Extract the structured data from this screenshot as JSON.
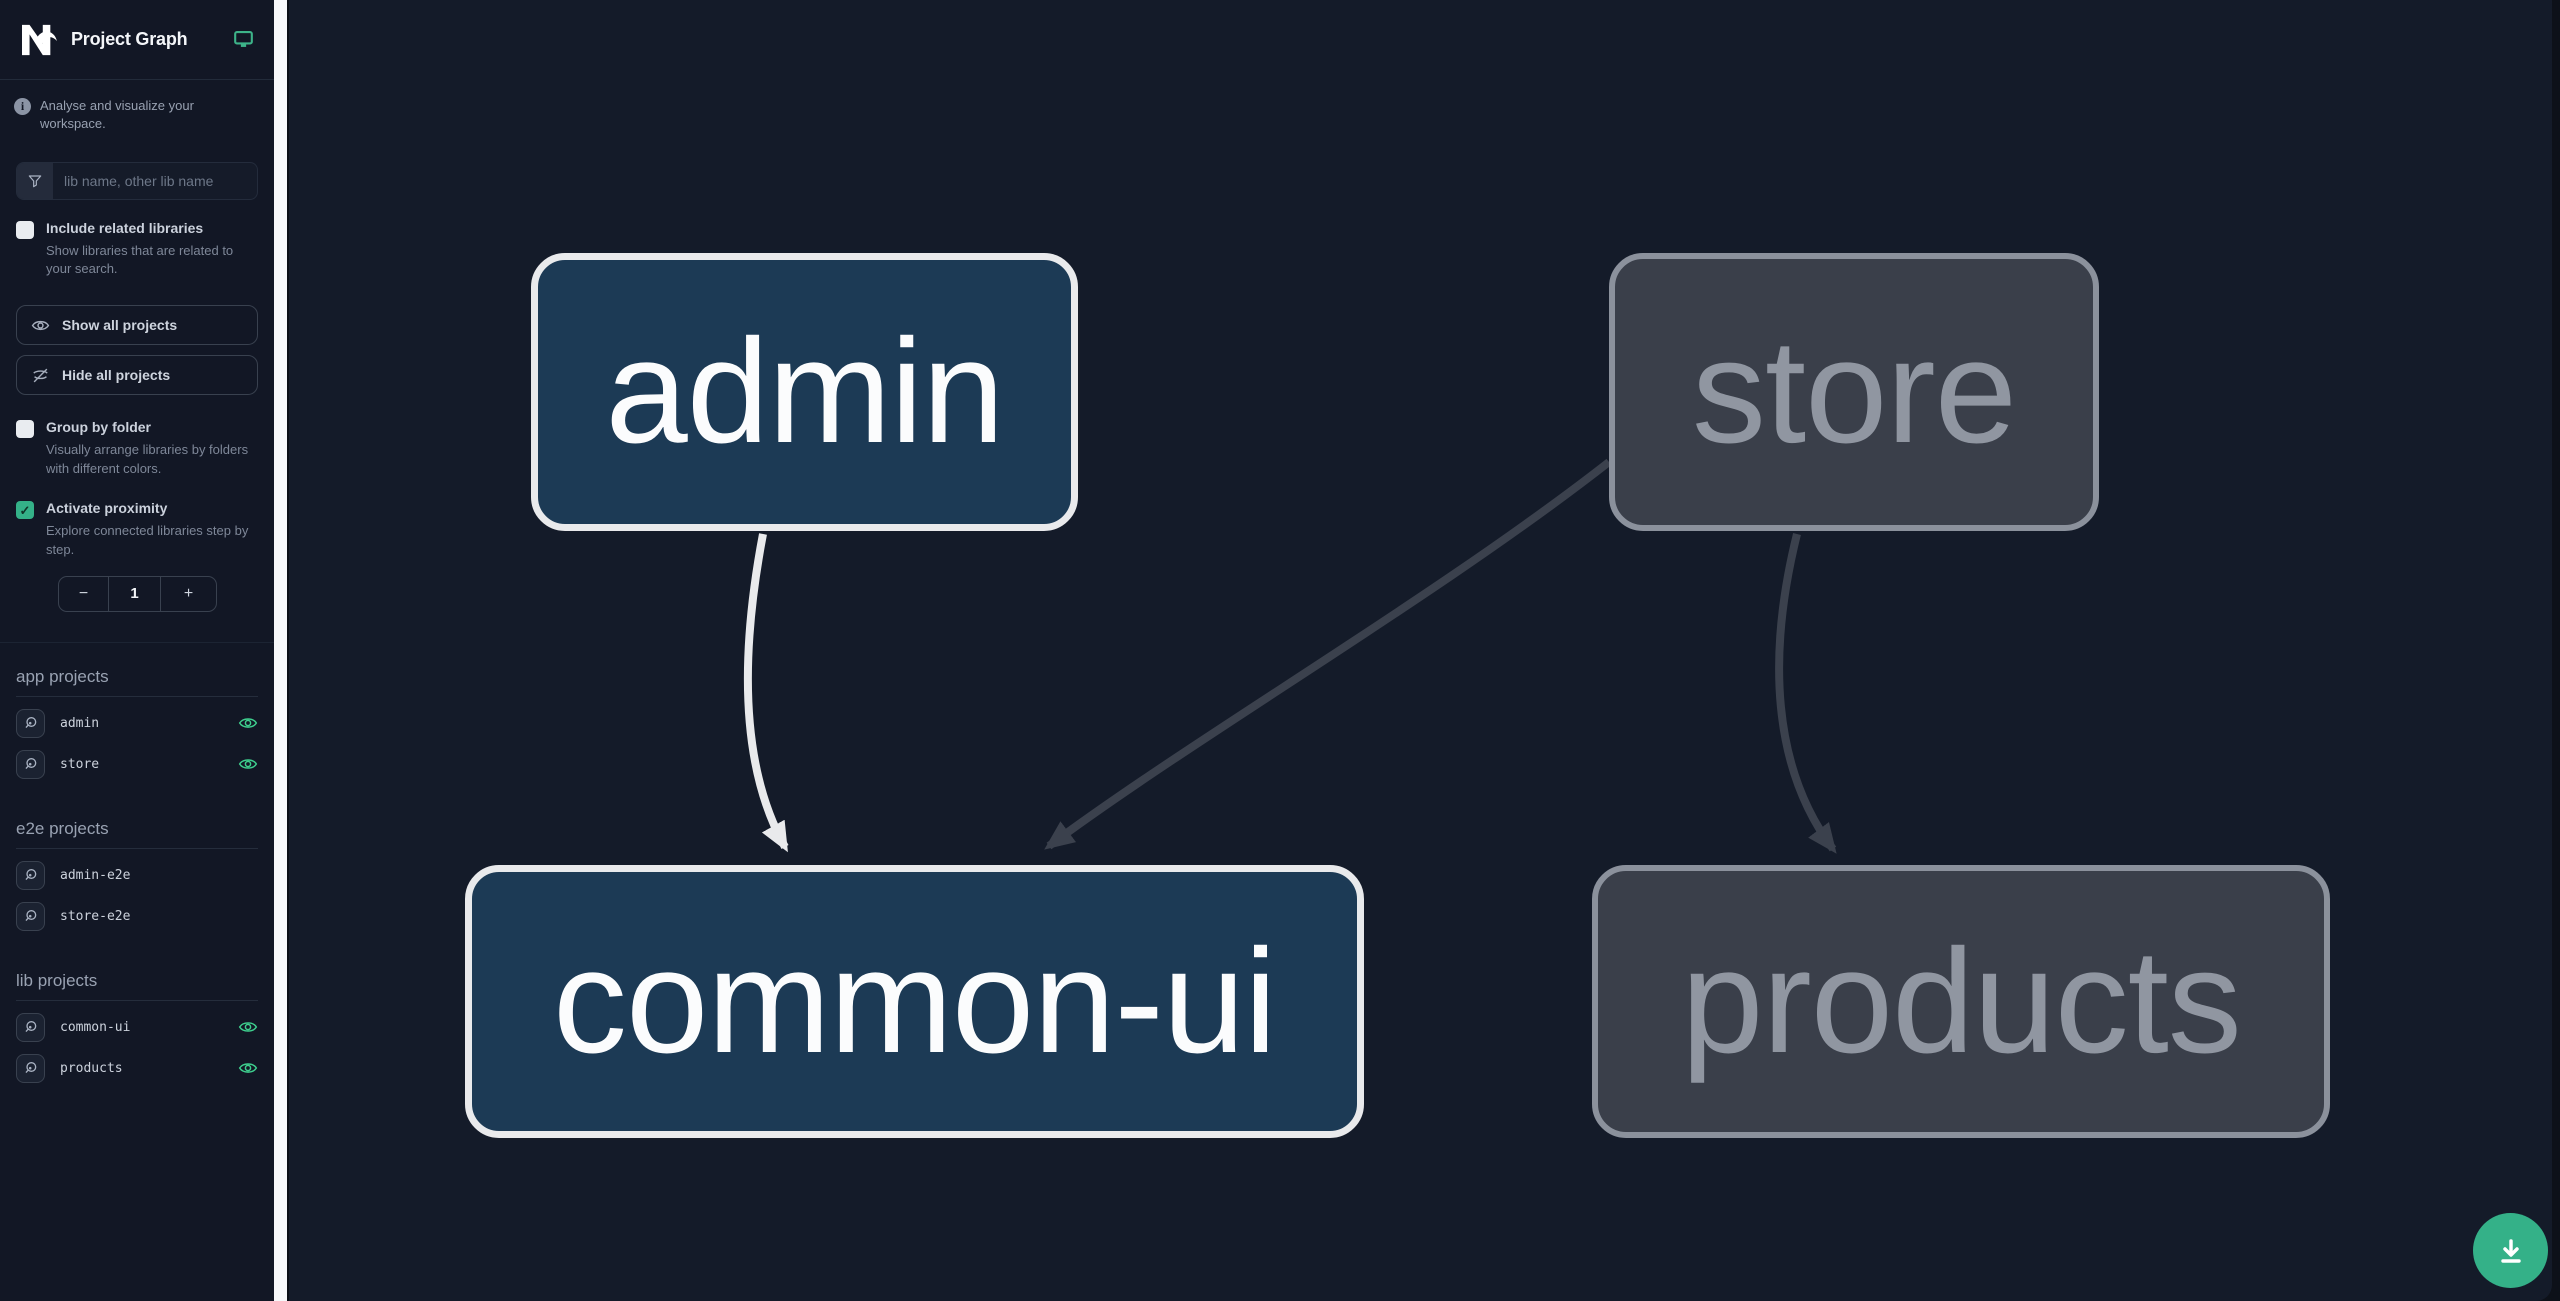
{
  "app": {
    "title": "Project Graph"
  },
  "sidebar": {
    "tagline": "Analyse and visualize your workspace.",
    "search": {
      "placeholder": "lib name, other lib name"
    },
    "filters": {
      "include_related": {
        "label": "Include related libraries",
        "description": "Show libraries that are related to your search.",
        "checked": false
      },
      "group_by_folder": {
        "label": "Group by folder",
        "description": "Visually arrange libraries by folders with different colors.",
        "checked": false
      },
      "activate_proximity": {
        "label": "Activate proximity",
        "description": "Explore connected libraries step by step.",
        "checked": true
      }
    },
    "actions": {
      "show_all": "Show all projects",
      "hide_all": "Hide all projects"
    },
    "proximity": {
      "value": "1",
      "decrement": "−",
      "increment": "+"
    },
    "sections": [
      {
        "title": "app projects",
        "items": [
          {
            "name": "admin",
            "eye_visible": true
          },
          {
            "name": "store",
            "eye_visible": true
          }
        ]
      },
      {
        "title": "e2e projects",
        "items": [
          {
            "name": "admin-e2e",
            "eye_visible": false
          },
          {
            "name": "store-e2e",
            "eye_visible": false
          }
        ]
      },
      {
        "title": "lib projects",
        "items": [
          {
            "name": "common-ui",
            "eye_visible": true
          },
          {
            "name": "products",
            "eye_visible": true
          }
        ]
      }
    ]
  },
  "graph": {
    "nodes": [
      {
        "id": "admin",
        "label": "admin",
        "state": "focused"
      },
      {
        "id": "store",
        "label": "store",
        "state": "unfocused"
      },
      {
        "id": "common-ui",
        "label": "common-ui",
        "state": "focused"
      },
      {
        "id": "products",
        "label": "products",
        "state": "unfocused"
      }
    ],
    "edges": [
      {
        "from": "admin",
        "to": "common-ui",
        "state": "focused"
      },
      {
        "from": "store",
        "to": "common-ui",
        "state": "unfocused"
      },
      {
        "from": "store",
        "to": "products",
        "state": "unfocused"
      }
    ]
  },
  "fab": {
    "action": "download-graph-image"
  },
  "icons": {
    "check": "✓",
    "info": "i"
  },
  "colors": {
    "accent_green": "#34b188",
    "eye_green": "#3ecf8e",
    "sidebar_bg": "#121725",
    "canvas_bg": "#141b29",
    "node_focused_fill": "#1c3a55",
    "node_focused_border": "#e9eaec",
    "node_focused_text": "#fbfcfd",
    "node_unfocused_fill": "#3a3f4a",
    "node_unfocused_border": "#8b919c",
    "node_unfocused_text": "#9096a1",
    "edge_focused": "#e9eaec",
    "edge_unfocused": "#3b414d",
    "resizer": "#f7f8fa"
  }
}
